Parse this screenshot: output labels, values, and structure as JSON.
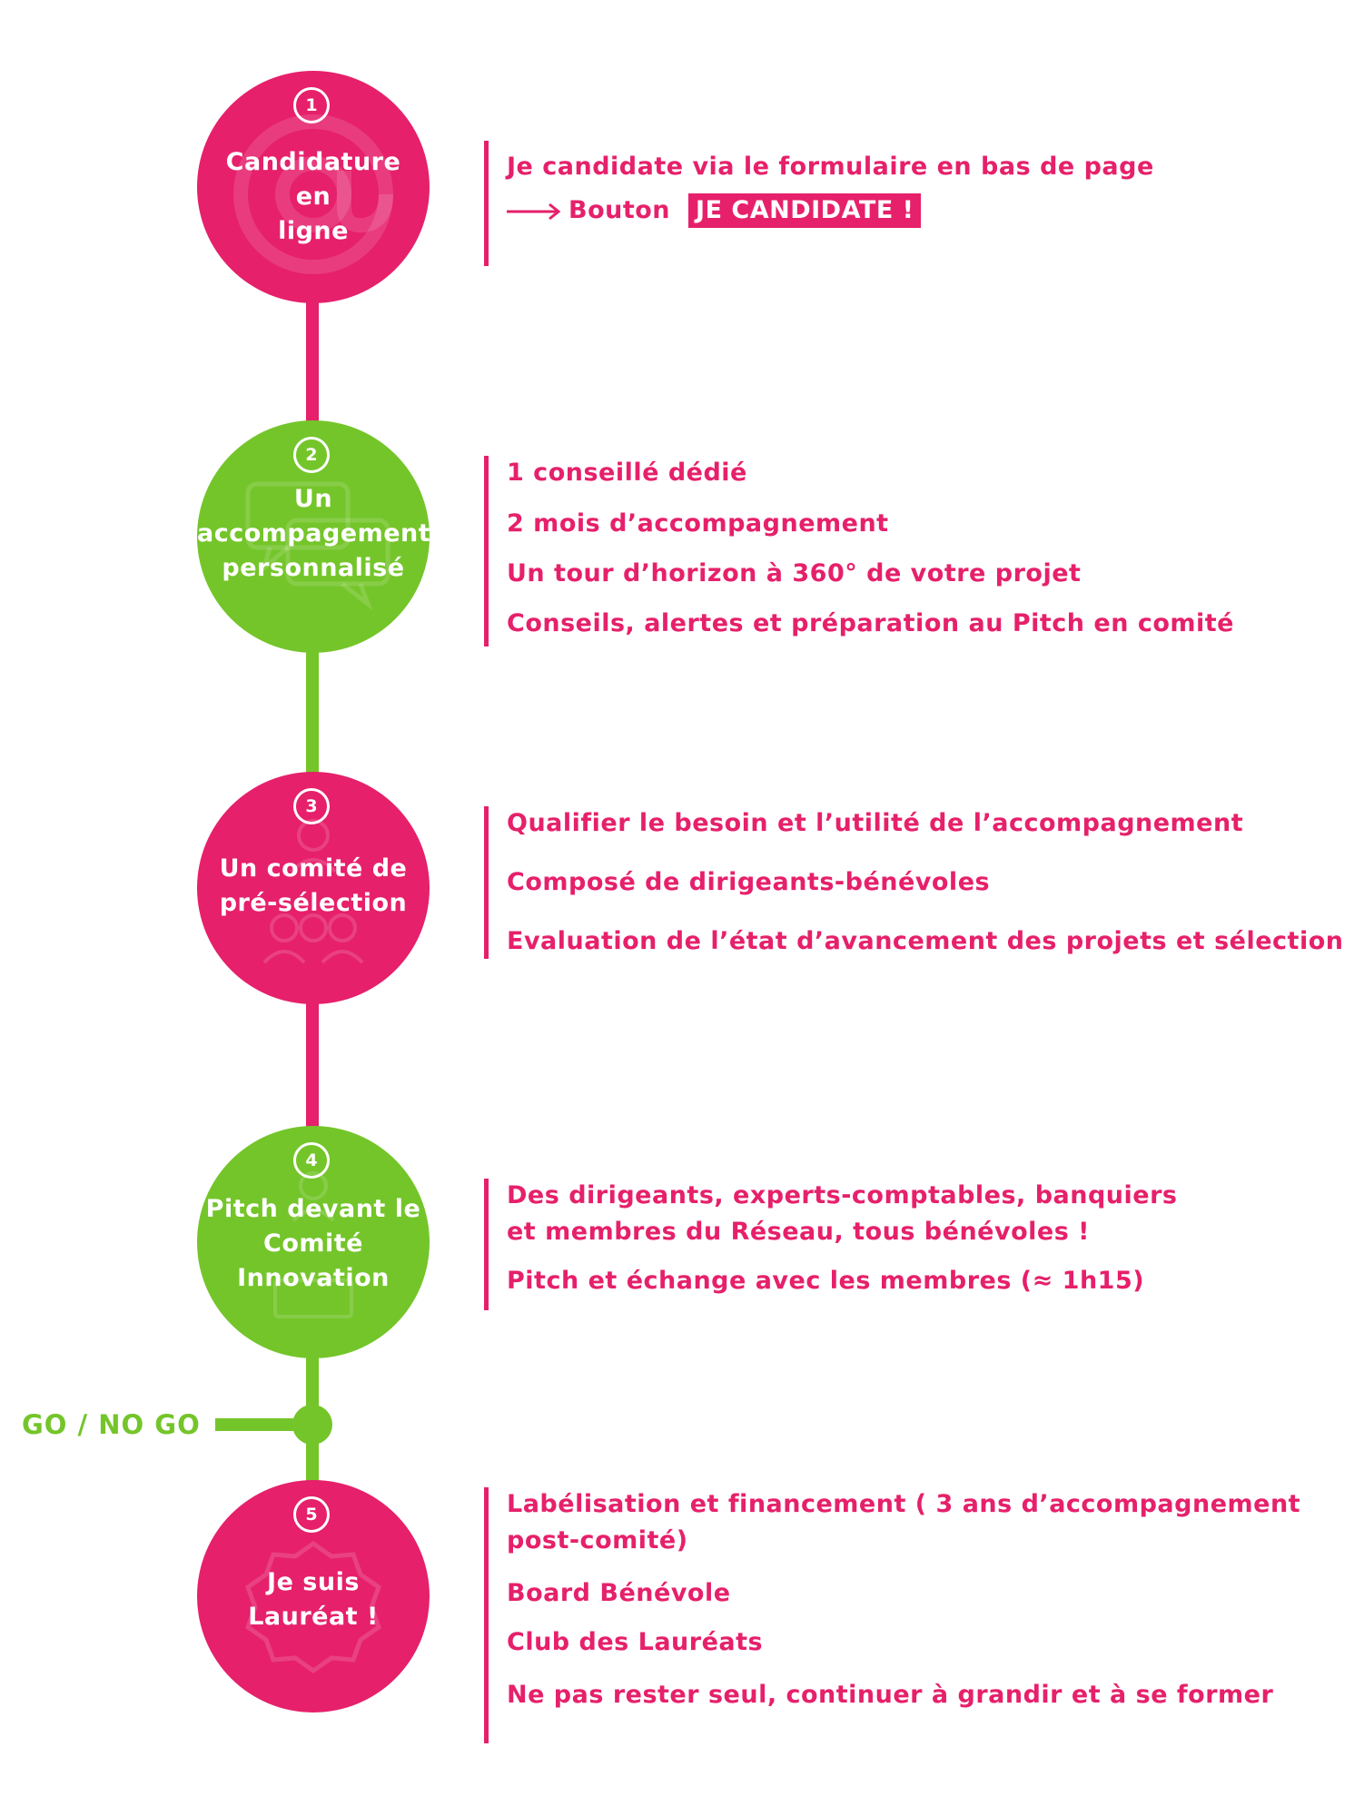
{
  "colors": {
    "pink": "#e6206b",
    "green": "#74c52a"
  },
  "steps": [
    {
      "number": "1",
      "title": [
        "Candidature",
        "en",
        "ligne"
      ],
      "icon": "at-sign-icon",
      "color": "pink",
      "lines": [
        "Je candidate via le formulaire en bas de page"
      ],
      "cta": {
        "prefix": "Bouton",
        "button": "JE CANDIDATE !"
      }
    },
    {
      "number": "2",
      "title": [
        "Un",
        "accompagement",
        "personnalisé"
      ],
      "icon": "chat-bubbles-icon",
      "color": "green",
      "lines": [
        "1 conseillé dédié",
        "2 mois d’accompagnement",
        "Un tour d’horizon à 360° de votre projet",
        "Conseils, alertes et préparation au Pitch en comité"
      ]
    },
    {
      "number": "3",
      "title": [
        "Un comité de",
        "pré-sélection"
      ],
      "icon": "group-people-icon",
      "color": "pink",
      "lines": [
        "Qualifier le besoin et l’utilité de l’accompagnement",
        "Composé de dirigeants-bénévoles",
        "Evaluation de l’état d’avancement des projets et sélection"
      ]
    },
    {
      "number": "4",
      "title": [
        "Pitch devant le",
        "Comité",
        "Innovation"
      ],
      "icon": "presenter-icon",
      "color": "green",
      "lines": [
        "Des dirigeants, experts-comptables, banquiers",
        "et membres du Réseau, tous bénévoles !",
        "Pitch et échange avec les membres (≈ 1h15)"
      ]
    },
    {
      "number": "5",
      "title": [
        "Je suis",
        "Lauréat !"
      ],
      "icon": "award-seal-icon",
      "color": "pink",
      "lines": [
        "Labélisation et financement ( 3 ans d’accompagnement",
        "post-comité)",
        "Board Bénévole",
        "Club des Lauréats",
        "Ne pas rester seul, continuer à grandir et à se former"
      ]
    }
  ],
  "decision": {
    "label": "GO / NO GO"
  }
}
